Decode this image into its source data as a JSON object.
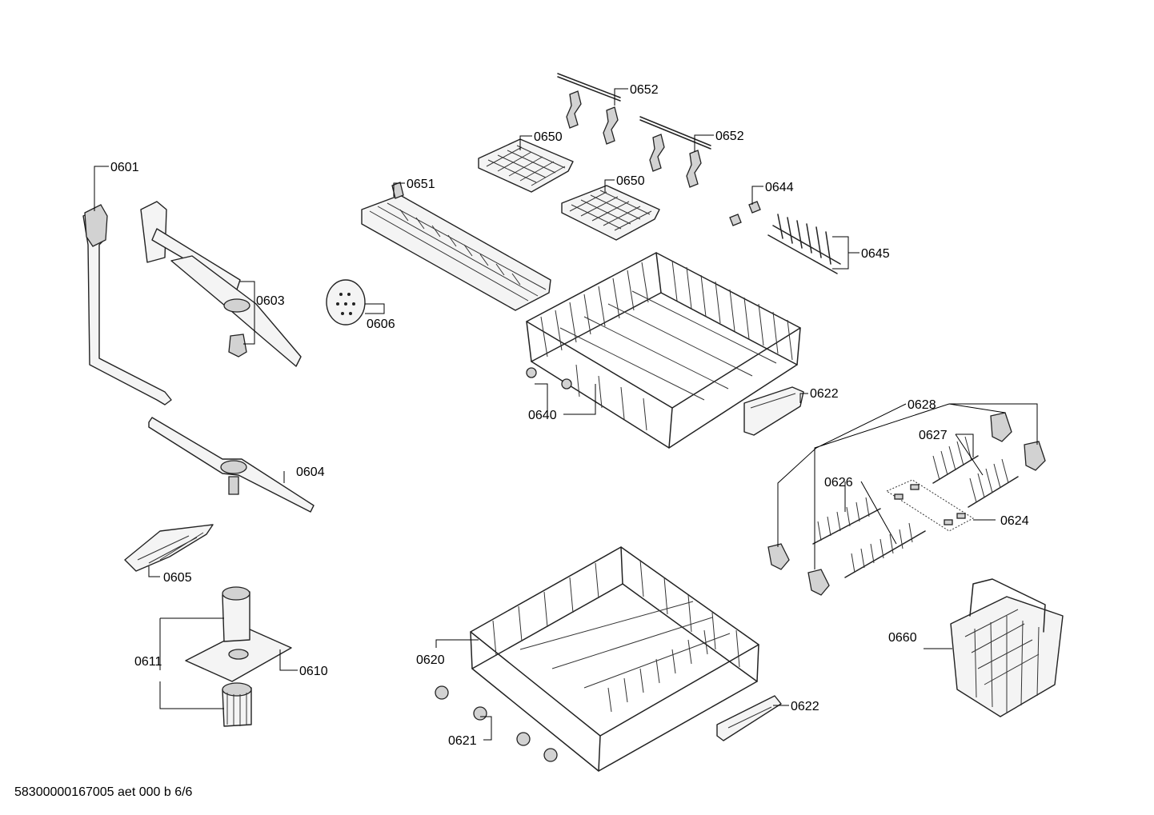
{
  "document_reference": "58300000167005 aet 000 b 6/6",
  "labels": {
    "p0652a": "0652",
    "p0652b": "0652",
    "p0650a": "0650",
    "p0650b": "0650",
    "p0651": "0651",
    "p0601": "0601",
    "p0644": "0644",
    "p0645": "0645",
    "p0603": "0603",
    "p0606": "0606",
    "p0622a": "0622",
    "p0640": "0640",
    "p0628": "0628",
    "p0627": "0627",
    "p0604": "0604",
    "p0626": "0626",
    "p0624": "0624",
    "p0605": "0605",
    "p0611": "0611",
    "p0610": "0610",
    "p0620": "0620",
    "p0660": "0660",
    "p0621": "0621",
    "p0622b": "0622"
  }
}
